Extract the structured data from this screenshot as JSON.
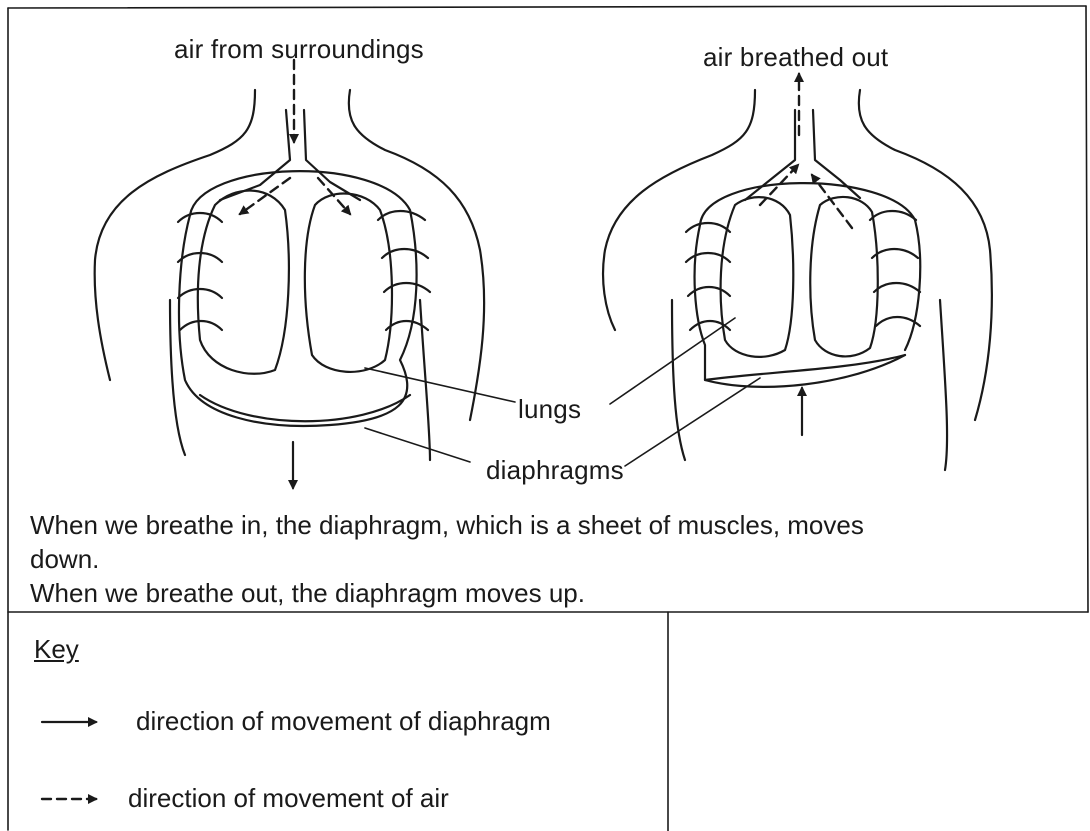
{
  "labels": {
    "air_in": "air from surroundings",
    "air_out": "air breathed out",
    "lungs": "lungs",
    "diaphragms": "diaphragms"
  },
  "caption": {
    "line1": "When we breathe in, the diaphragm, which is a sheet of muscles, moves",
    "line2": "down.",
    "line3": "When we breathe out, the diaphragm moves up."
  },
  "key": {
    "title": "Key",
    "items": [
      {
        "style": "solid",
        "label": "direction of movement of diaphragm"
      },
      {
        "style": "dashed",
        "label": "direction of movement of air"
      }
    ]
  },
  "colors": {
    "ink": "#1a1a1a",
    "background": "#ffffff"
  }
}
